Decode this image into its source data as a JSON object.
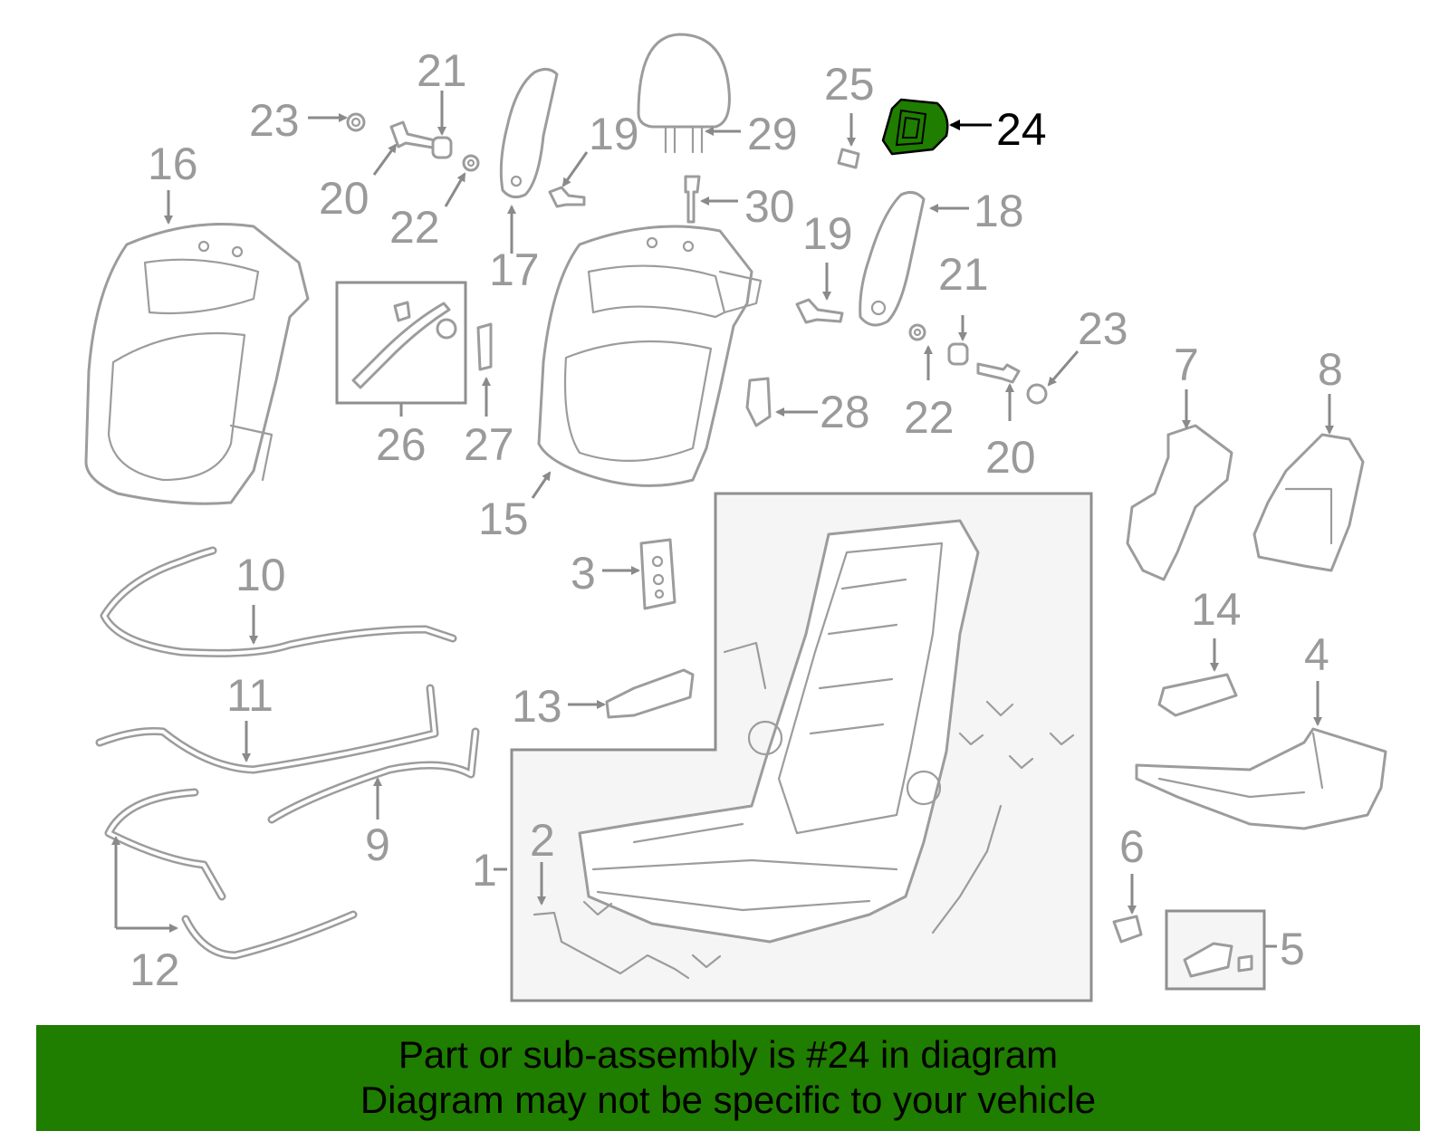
{
  "diagram": {
    "highlight_part": "24",
    "highlight_color": "#1f7d00",
    "callouts": {
      "c1": "1",
      "c2": "2",
      "c3": "3",
      "c4": "4",
      "c5": "5",
      "c6": "6",
      "c7": "7",
      "c8": "8",
      "c9": "9",
      "c10": "10",
      "c11": "11",
      "c12": "12",
      "c13": "13",
      "c14": "14",
      "c15": "15",
      "c16": "16",
      "c17": "17",
      "c18": "18",
      "c19a": "19",
      "c19b": "19",
      "c20a": "20",
      "c20b": "20",
      "c21a": "21",
      "c21b": "21",
      "c22a": "22",
      "c22b": "22",
      "c23a": "23",
      "c23b": "23",
      "c24": "24",
      "c25": "25",
      "c26": "26",
      "c27": "27",
      "c28": "28",
      "c29": "29",
      "c30": "30"
    }
  },
  "banner": {
    "line1": "Part or sub-assembly is #24 in diagram",
    "line2": "Diagram may not be specific to your vehicle",
    "background": "#1f7d00"
  }
}
